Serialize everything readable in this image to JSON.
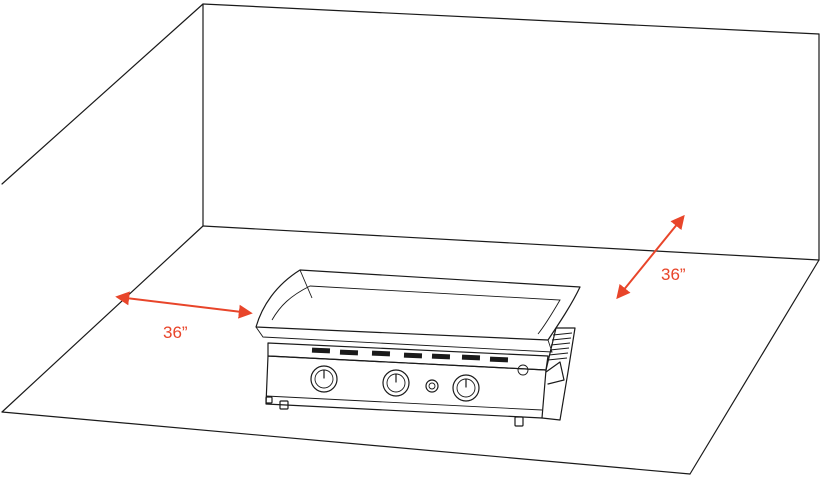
{
  "diagram": {
    "dimension_left": "36”",
    "dimension_right": "36”",
    "colors": {
      "line": "#1a1a1a",
      "dimension": "#e8452a",
      "background": "#ffffff"
    },
    "icons": [
      "griddle-appliance",
      "double-arrow"
    ]
  }
}
